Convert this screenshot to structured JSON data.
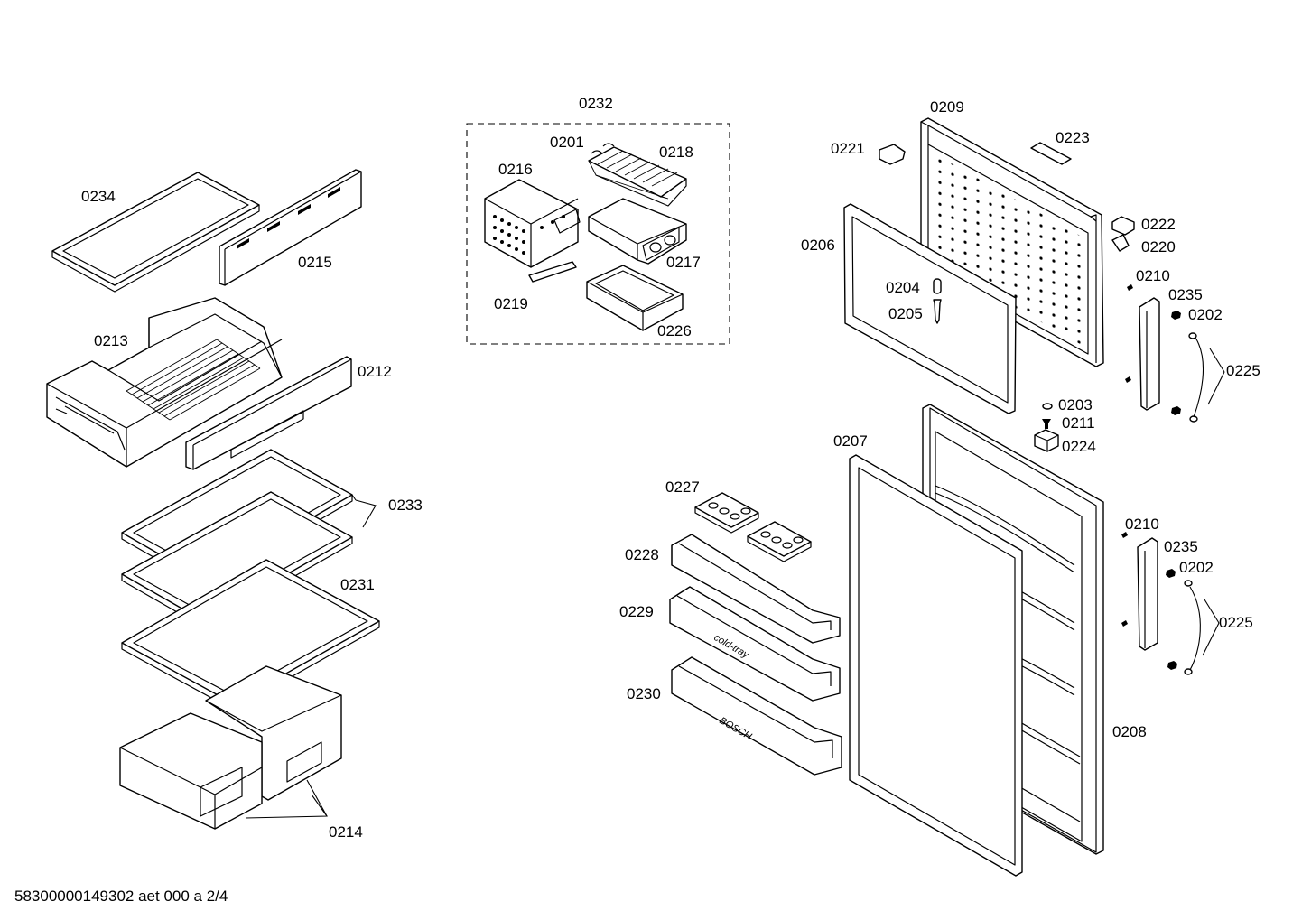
{
  "document_code": "58300000149302 aet 000 a 2/4",
  "imprints": {
    "tray_text": "cold-tray",
    "brand_text": "BOSCH"
  },
  "labels": {
    "p0201": "0201",
    "p0202a": "0202",
    "p0202b": "0202",
    "p0203": "0203",
    "p0204": "0204",
    "p0205": "0205",
    "p0206": "0206",
    "p0207": "0207",
    "p0208": "0208",
    "p0209": "0209",
    "p0210a": "0210",
    "p0210b": "0210",
    "p0211": "0211",
    "p0212": "0212",
    "p0213": "0213",
    "p0214": "0214",
    "p0215": "0215",
    "p0216": "0216",
    "p0217": "0217",
    "p0218": "0218",
    "p0219": "0219",
    "p0220": "0220",
    "p0221": "0221",
    "p0222": "0222",
    "p0223": "0223",
    "p0224": "0224",
    "p0225a": "0225",
    "p0225b": "0225",
    "p0226": "0226",
    "p0227": "0227",
    "p0228": "0228",
    "p0229": "0229",
    "p0230": "0230",
    "p0231": "0231",
    "p0232": "0232",
    "p0233": "0233",
    "p0234": "0234",
    "p0235a": "0235",
    "p0235b": "0235"
  }
}
